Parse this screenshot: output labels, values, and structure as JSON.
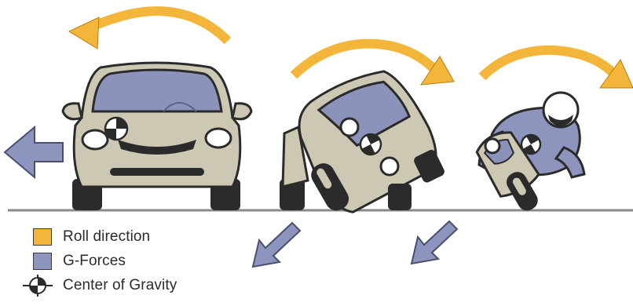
{
  "legend": {
    "items": [
      {
        "label": "Roll direction",
        "color": "#f3b53a",
        "icon": "roll-direction-swatch"
      },
      {
        "label": "G-Forces",
        "color": "#8d95bf",
        "icon": "g-forces-swatch"
      },
      {
        "label": "Center of Gravity",
        "icon": "center-of-gravity-icon"
      }
    ]
  },
  "colors": {
    "roll": "#f3b53a",
    "gforce": "#8d95bf",
    "body": "#cdc8b3",
    "window": "#8b93bb",
    "outline": "#2b2b2b",
    "ground": "#8a8a8a"
  }
}
